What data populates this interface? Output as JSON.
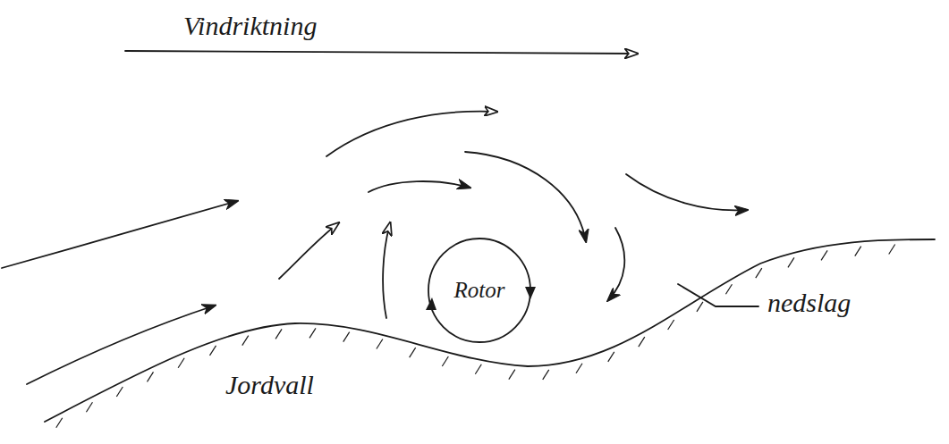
{
  "diagram": {
    "nodes": [
      {
        "text": [
          "Rotor"
        ]
      }
    ],
    "labels": [
      "Vindriktning",
      "Jordvall",
      "nedslag"
    ]
  }
}
